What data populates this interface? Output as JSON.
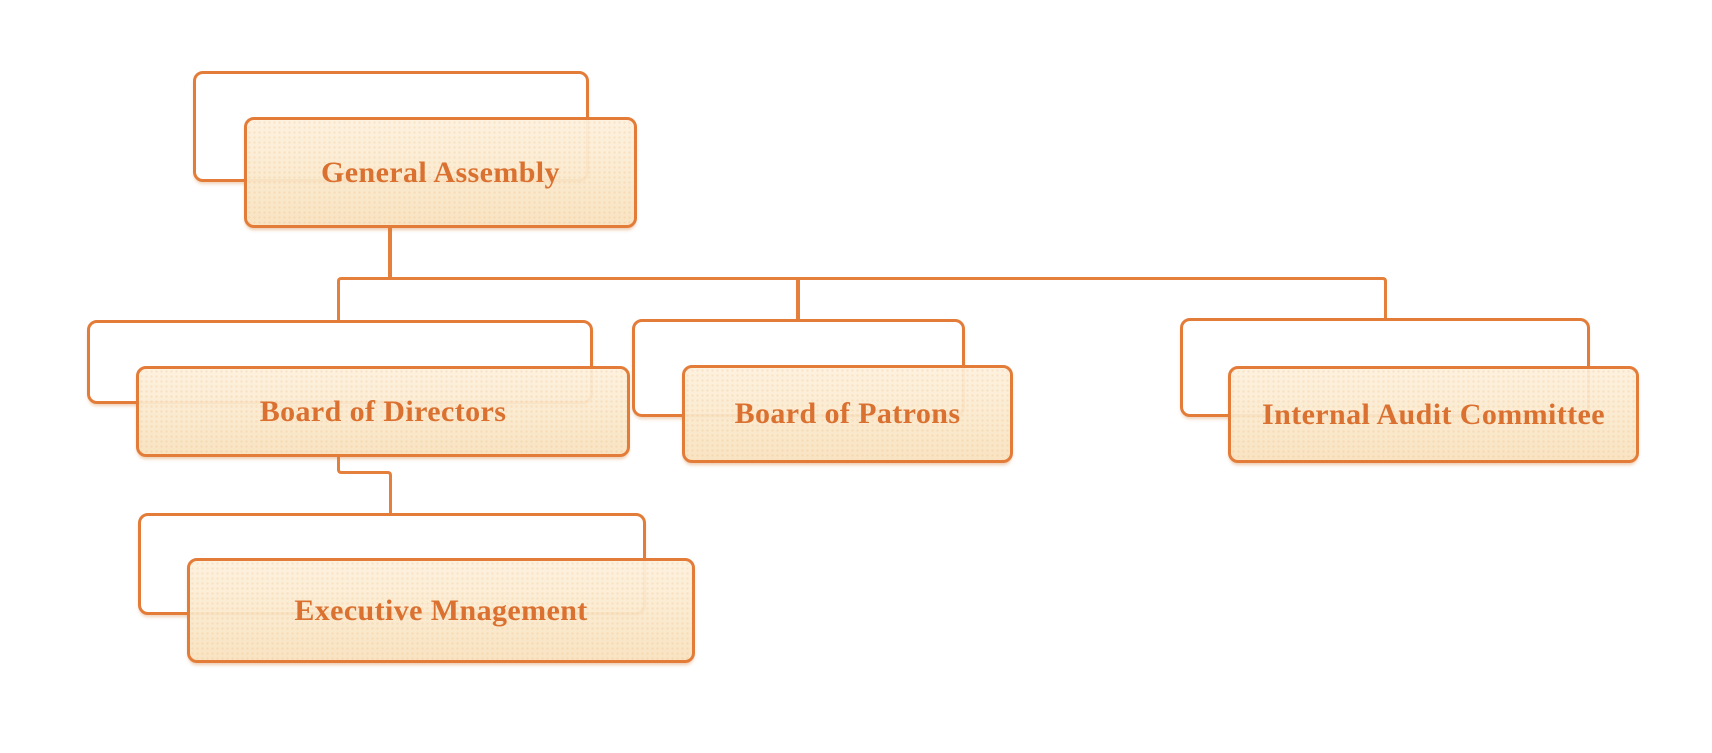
{
  "diagram": {
    "type": "org-chart",
    "colors": {
      "box_border": "#e37c38",
      "connector": "#e5803c",
      "node_fill": "#fae8cc",
      "node_fill_top": "#fdf1de",
      "node_fill_bottom": "#f8e2bf",
      "label_text": "#da7130",
      "back_card_fill": "#ffffff",
      "canvas_background": "#ffffff"
    },
    "nodes": [
      {
        "id": "general-assembly",
        "label": "General Assembly"
      },
      {
        "id": "board-of-directors",
        "label": "Board of Directors"
      },
      {
        "id": "board-of-patrons",
        "label": "Board of Patrons"
      },
      {
        "id": "internal-audit-committee",
        "label": "Internal Audit Committee"
      },
      {
        "id": "executive-management",
        "label": "Executive Mnagement"
      }
    ],
    "edges": [
      {
        "from": "General Assembly",
        "to": "Board of Directors"
      },
      {
        "from": "General Assembly",
        "to": "Board of Patrons"
      },
      {
        "from": "General Assembly",
        "to": "Internal Audit Committee"
      },
      {
        "from": "Board of Directors",
        "to": "Executive Mnagement"
      }
    ]
  }
}
